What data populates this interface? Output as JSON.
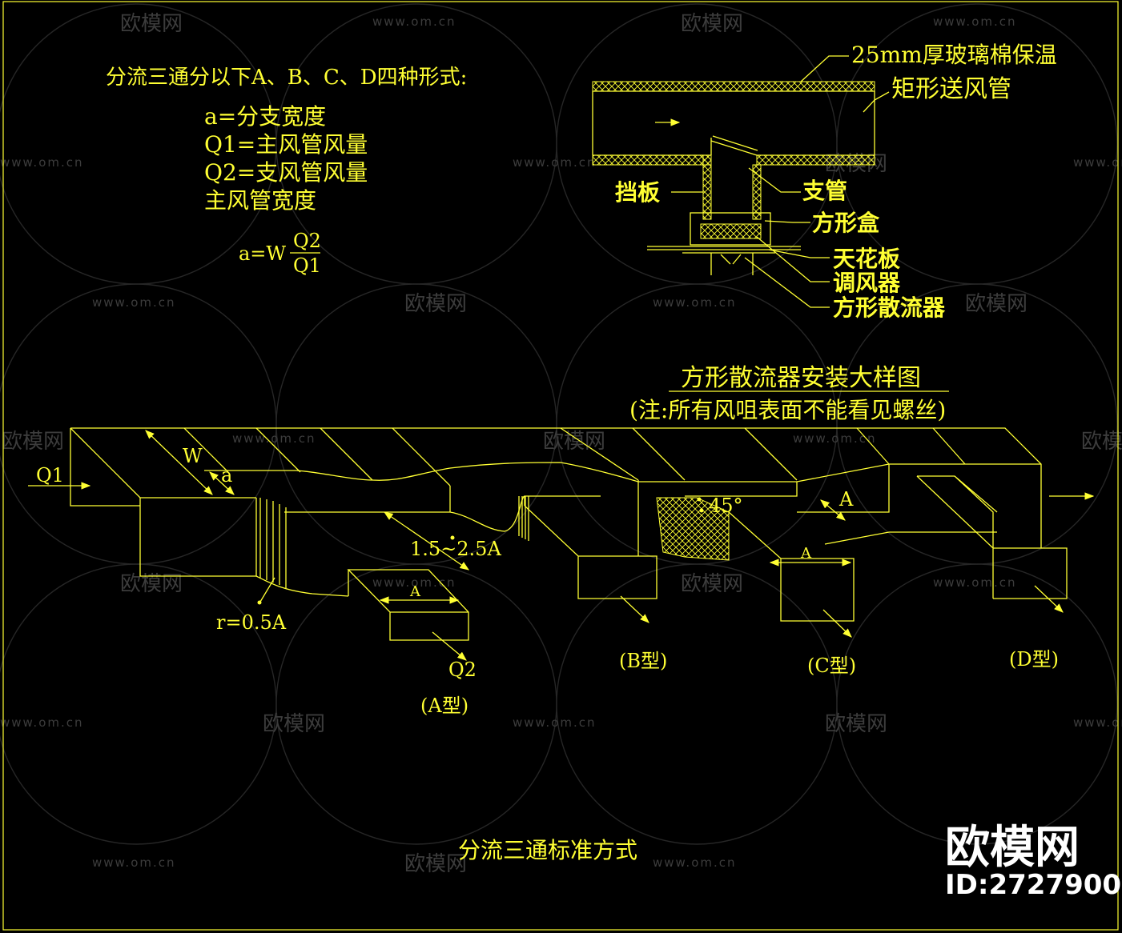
{
  "heading": "分流三通分以下A、B、C、D四种形式:",
  "definitions": {
    "a": "a=分支宽度",
    "q1": "Q1=主风管风量",
    "q2": "Q2=支风管风量",
    "w": "主风管宽度"
  },
  "formula": {
    "lhs": "a=W",
    "numerator": "Q2",
    "denominator": "Q1"
  },
  "detail": {
    "insulation": "25mm厚玻璃棉保温",
    "duct": "矩形送风管",
    "baffle": "挡板",
    "branch": "支管",
    "box": "方形盒",
    "ceiling": "天花板",
    "damper": "调风器",
    "diffuser": "方形散流器",
    "title": "方形散流器安装大样图",
    "note": "(注:所有风咀表面不能看见螺丝)"
  },
  "tee": {
    "q1": "Q1",
    "w": "W",
    "a": "a",
    "range": "1.5~2.5A",
    "radius": "r=0.5A",
    "q2": "Q2",
    "dim_a1": "A",
    "dim_a2": "A",
    "dim_a3": "A",
    "angle": "45°",
    "type_a": "(A型)",
    "type_b": "(B型)",
    "type_c": "(C型)",
    "type_d": "(D型)",
    "caption": "分流三通标准方式"
  },
  "watermark": {
    "site": "www.om.cn",
    "brand": "欧模网",
    "id": "ID:2727900"
  },
  "colors": {
    "background": "#000000",
    "line": "#ffff33",
    "watermark": "#3c3c3c"
  }
}
